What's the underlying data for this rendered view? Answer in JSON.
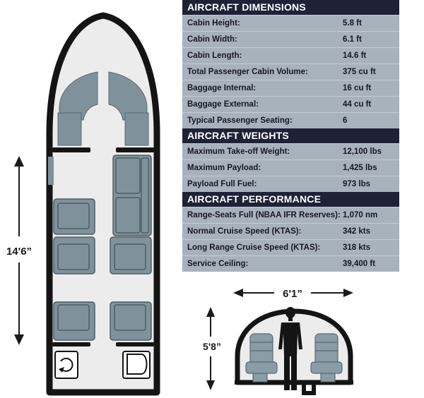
{
  "specs": {
    "dimensions": {
      "title": "AIRCRAFT DIMENSIONS",
      "rows": [
        {
          "label": "Cabin Height:",
          "value": "5.8 ft"
        },
        {
          "label": "Cabin Width:",
          "value": "6.1 ft"
        },
        {
          "label": "Cabin Length:",
          "value": "14.6 ft"
        },
        {
          "label": "Total Passenger Cabin Volume:",
          "value": "375 cu ft"
        },
        {
          "label": "Baggage Internal:",
          "value": "16 cu ft"
        },
        {
          "label": "Baggage External:",
          "value": "44 cu ft"
        },
        {
          "label": "Typical Passenger Seating:",
          "value": "6"
        }
      ]
    },
    "weights": {
      "title": "AIRCRAFT WEIGHTS",
      "rows": [
        {
          "label": "Maximum Take-off Weight:",
          "value": "12,100 lbs"
        },
        {
          "label": "Maximum Payload:",
          "value": "1,425 lbs"
        },
        {
          "label": "Payload Full Fuel:",
          "value": "973 lbs"
        }
      ]
    },
    "performance": {
      "title": "AIRCRAFT PERFORMANCE",
      "rows": [
        {
          "label": "Range-Seats Full (NBAA IFR Reserves):",
          "value": "1,070 nm"
        },
        {
          "label": "Normal Cruise Speed (KTAS):",
          "value": "342 kts"
        },
        {
          "label": "Long Range Cruise Speed (KTAS):",
          "value": "318 kts"
        },
        {
          "label": "Service Ceiling:",
          "value": "39,400 ft"
        }
      ]
    }
  },
  "diagram": {
    "cabin_length_label": "14'6”",
    "cabin_width_label": "6'1”",
    "cabin_height_label": "5'8”"
  },
  "colors": {
    "header_bg": "#1f2236",
    "row_bg": "#a8b2bd",
    "seat_fill": "#7f929c",
    "fuselage": "#141414",
    "cabin_floor": "#ececec"
  }
}
